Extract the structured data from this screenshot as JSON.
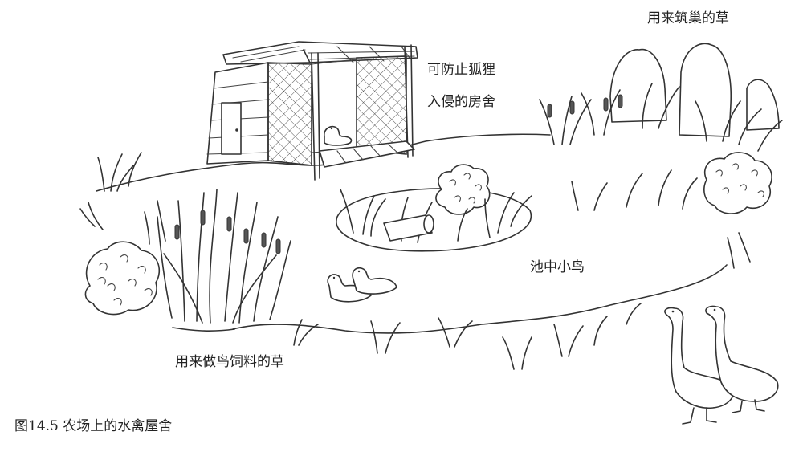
{
  "labels": {
    "nest_grass": "用来筑巢的草",
    "fox_proof_house_line1": "可防止狐狸",
    "fox_proof_house_line2": "入侵的房舍",
    "pond_bird": "池中小鸟",
    "feed_grass": "用来做鸟饲料的草"
  },
  "caption": "图14.5  农场上的水禽屋舍"
}
